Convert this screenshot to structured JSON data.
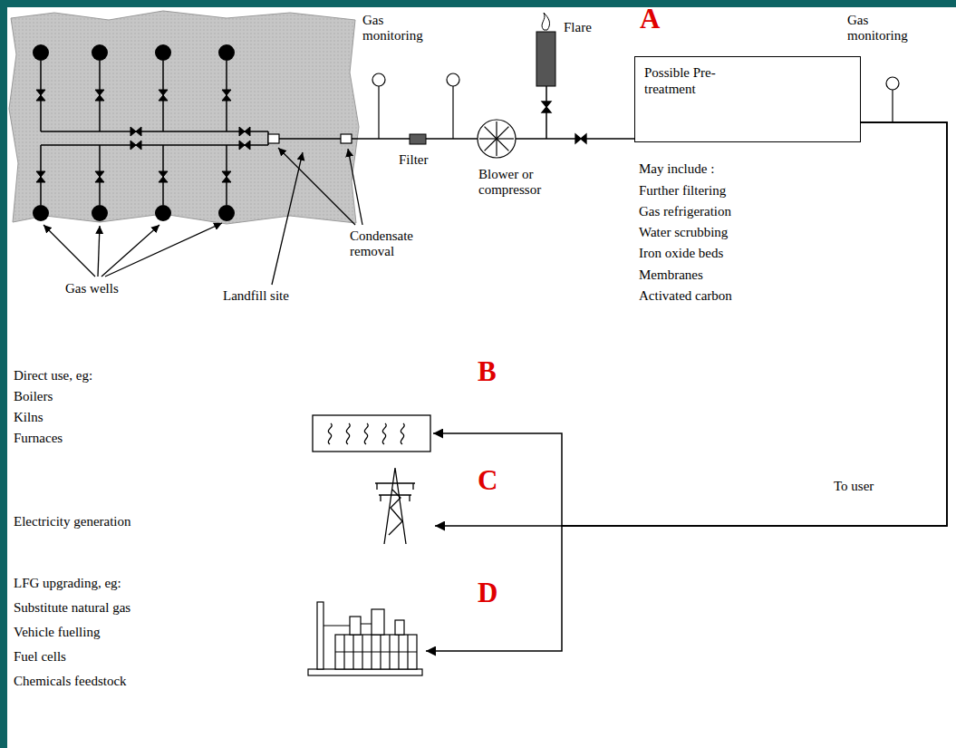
{
  "diagram": {
    "nodes": [
      {
        "text": [
          "Possible Pre-treatment"
        ]
      },
      {
        "text": [
          "Direct use, eg:",
          "Boilers",
          "Kilns",
          "Furnaces"
        ]
      },
      {
        "text": [
          "Electricity generation"
        ]
      },
      {
        "text": [
          "LFG upgrading, eg:",
          "Substitute natural gas",
          "Vehicle fuelling",
          "Fuel cells",
          "Chemicals feedstock"
        ]
      }
    ],
    "edges": [
      {
        "from": 0,
        "to": 1,
        "arrow": "to"
      },
      {
        "from": 0,
        "to": 2,
        "arrow": "to"
      },
      {
        "from": 0,
        "to": 3,
        "arrow": "to"
      }
    ],
    "labels": [
      "Gas monitoring",
      "A",
      "Flare",
      "Gas monitoring",
      "Filter",
      "Blower or compressor",
      "May include :",
      "Further filtering",
      "Gas refrigeration",
      "Water scrubbing",
      "Iron oxide beds",
      "Membranes",
      "Activated carbon",
      "Condensate removal",
      "Gas wells",
      "Landfill site",
      "To user",
      "B",
      "C",
      "D"
    ]
  }
}
